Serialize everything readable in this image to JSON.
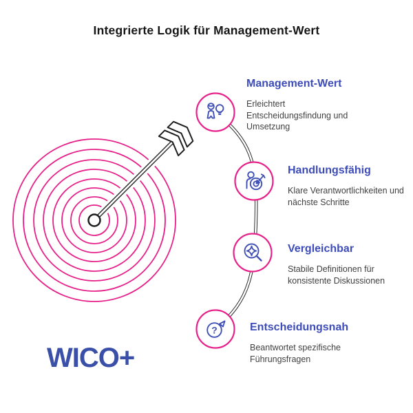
{
  "title": "Integrierte Logik für Management-Wert",
  "logo": {
    "text": "WICO+"
  },
  "colors": {
    "magenta": "#e7218a",
    "indigo": "#4050b5",
    "heading-blue": "#3d4cb8",
    "body-text": "#3f3f3f",
    "title-text": "#161616",
    "logo-blue": "#3a4fa8",
    "line-black": "#1e1e1e"
  },
  "illustration": {
    "left_graphic": "bullseye-target-with-arrow",
    "connector": "curved-double-line"
  },
  "items": [
    {
      "icon": "people-idea-icon",
      "heading": "Management-Wert",
      "description": "Erleichtert\nEntscheidungsfindung und\nUmsetzung"
    },
    {
      "icon": "person-target-icon",
      "heading": "Handlungsfähig",
      "description": "Klare Verantwortlichkeiten und\nnächste Schritte"
    },
    {
      "icon": "magnifier-sparkle-icon",
      "heading": "Vergleichbar",
      "description": "Stabile Definitionen für\nkonsistente Diskussionen"
    },
    {
      "icon": "question-pointer-icon",
      "heading": "Entscheidungsnah",
      "description": "Beantwortet spezifische\nFührungsfragen"
    }
  ],
  "glyphs": {
    "question_mark": "?"
  }
}
